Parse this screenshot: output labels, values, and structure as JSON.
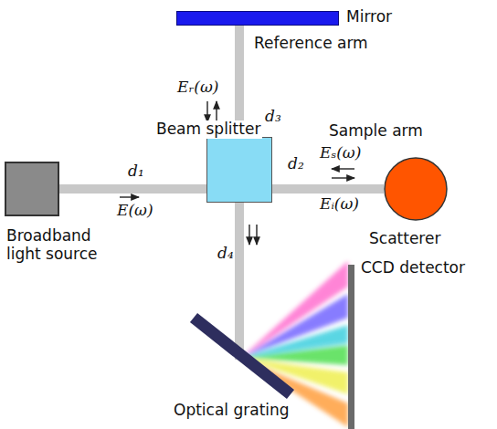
{
  "diagram": {
    "nodes": [
      {
        "text": [
          "Mirror"
        ]
      },
      {
        "text": [
          "Broadband light source"
        ]
      },
      {
        "text": [
          "Beam splitter"
        ]
      },
      {
        "text": [
          "Scatterer"
        ]
      },
      {
        "text": [
          "Optical grating"
        ]
      },
      {
        "text": [
          "CCD detector"
        ]
      }
    ],
    "edges": [
      {
        "from": 1,
        "to": 2,
        "arrow": "none"
      },
      {
        "from": 2,
        "to": 0,
        "arrow": "none"
      },
      {
        "from": 2,
        "to": 3,
        "arrow": "none"
      },
      {
        "from": 2,
        "to": 4,
        "arrow": "none"
      }
    ],
    "labels": [
      "Reference arm",
      "Eᵣ(ω)",
      "d₃",
      "d₁",
      "E(ω)",
      "Sample arm",
      "Eₛ(ω)",
      "d₂",
      "Eᵢ(ω)",
      "d₄"
    ]
  }
}
